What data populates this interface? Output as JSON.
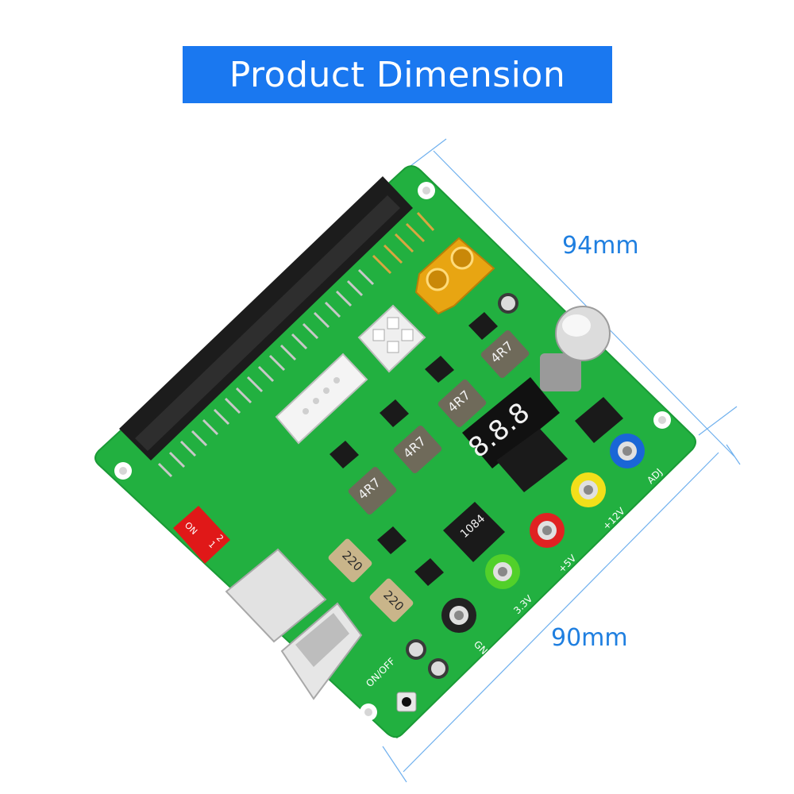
{
  "title": "Product Dimension",
  "dimensions": {
    "depth": "94mm",
    "width": "90mm"
  },
  "board": {
    "connectors": {
      "mosfet_code": "1084"
    },
    "inductors": [
      "4R7",
      "4R7",
      "4R7",
      "4R7"
    ],
    "resistors": [
      "220",
      "220"
    ],
    "switch_labels": {
      "on": "ON",
      "pos1": "1",
      "pos2": "2"
    },
    "terminals": [
      "ADJ",
      "+12V",
      "+5V",
      "3.3V",
      "GND"
    ],
    "power_button": "ON/OFF",
    "display_digits": "8.8.8"
  },
  "colors": {
    "banner": "#1a78f0",
    "dimension_text": "#1f7fe0",
    "pcb": "#1fa83a",
    "terminal_adj": "#1a66d6",
    "terminal_12v": "#f2df1a",
    "terminal_5v": "#e02222",
    "terminal_33v": "#52d02a",
    "terminal_gnd": "#222222"
  }
}
